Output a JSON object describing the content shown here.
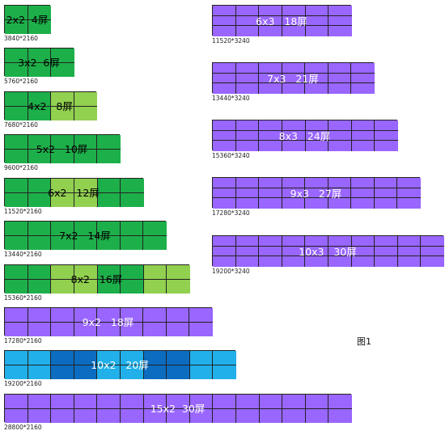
{
  "figure_label": "图1",
  "colors": {
    "green": "#1db04a",
    "light_green": "#92d050",
    "purple": "#9966ff",
    "light_blue": "#21b0ea",
    "dark_blue": "#0c6cc0"
  },
  "walls": [
    {
      "label": "2x2  4屏",
      "resolution": "3840*2160",
      "cols": 2,
      "rows": 2,
      "color": "green",
      "text_color": "#000000"
    },
    {
      "label": "3x2  6屏",
      "resolution": "5760*2160",
      "cols": 3,
      "rows": 2,
      "color": "green",
      "text_color": "#000000"
    },
    {
      "label": "4x2   8屏",
      "resolution": "7680*2160",
      "cols": 4,
      "rows": 2,
      "color": "green",
      "text_color": "#000000",
      "highlight": {
        "from": 2,
        "to": 4,
        "color": "light_green"
      }
    },
    {
      "label": "5x2   10屏",
      "resolution": "9600*2160",
      "cols": 5,
      "rows": 2,
      "color": "green",
      "text_color": "#000000"
    },
    {
      "label": "6x2   12屏",
      "resolution": "11520*2160",
      "cols": 6,
      "rows": 2,
      "color": "green",
      "text_color": "#000000",
      "highlight": {
        "from": 2,
        "to": 4,
        "color": "light_green"
      }
    },
    {
      "label": "7x2   14屏",
      "resolution": "13440*2160",
      "cols": 7,
      "rows": 2,
      "color": "green",
      "text_color": "#000000"
    },
    {
      "label": "8x2   16屏",
      "resolution": "15360*2160",
      "cols": 8,
      "rows": 2,
      "color": "green",
      "text_color": "#000000",
      "highlight": {
        "from": 2,
        "to": 4,
        "color": "light_green"
      },
      "highlight2": {
        "from": 6,
        "to": 8,
        "color": "light_green"
      }
    },
    {
      "label": "9x2   18屏",
      "resolution": "17280*2160",
      "cols": 9,
      "rows": 2,
      "color": "purple",
      "text_color": "#ffffff"
    },
    {
      "label": "10x2   20屏",
      "resolution": "19200*2160",
      "cols": 10,
      "rows": 2,
      "color": "light_blue",
      "text_color": "#ffffff",
      "highlight": {
        "from": 2,
        "to": 4,
        "color": "dark_blue"
      },
      "highlight2": {
        "from": 6,
        "to": 8,
        "color": "dark_blue"
      }
    },
    {
      "label": "15x2  30屏",
      "resolution": "28800*2160",
      "cols": 15,
      "rows": 2,
      "color": "purple",
      "text_color": "#ffffff"
    },
    {
      "label": "6x3   18屏",
      "resolution": "11520*3240",
      "cols": 6,
      "rows": 3,
      "color": "purple",
      "text_color": "#ffffff"
    },
    {
      "label": "7x3   21屏",
      "resolution": "13440*3240",
      "cols": 7,
      "rows": 3,
      "color": "purple",
      "text_color": "#ffffff"
    },
    {
      "label": "8x3   24屏",
      "resolution": "15360*3240",
      "cols": 8,
      "rows": 3,
      "color": "purple",
      "text_color": "#ffffff"
    },
    {
      "label": "9x3   27屏",
      "resolution": "17280*3240",
      "cols": 9,
      "rows": 3,
      "color": "purple",
      "text_color": "#ffffff"
    },
    {
      "label": "10x3   30屏",
      "resolution": "19200*3240",
      "cols": 10,
      "rows": 3,
      "color": "purple",
      "text_color": "#ffffff"
    }
  ]
}
